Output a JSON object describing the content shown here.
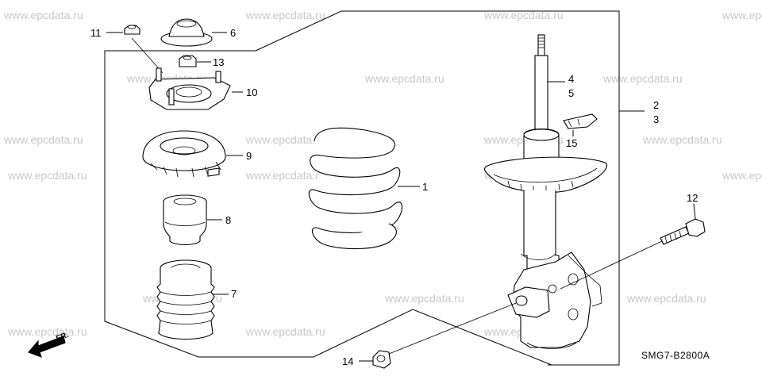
{
  "watermark": "www.epcdata.ru",
  "diagram_code": "SMG7-B2800A",
  "front_arrow_label": "FR.",
  "callouts": {
    "c1": "1",
    "c2": "2",
    "c3": "3",
    "c4": "4",
    "c5": "5",
    "c6": "6",
    "c7": "7",
    "c8": "8",
    "c9": "9",
    "c10": "10",
    "c11": "11",
    "c12": "12",
    "c13": "13",
    "c14": "14",
    "c15": "15"
  }
}
